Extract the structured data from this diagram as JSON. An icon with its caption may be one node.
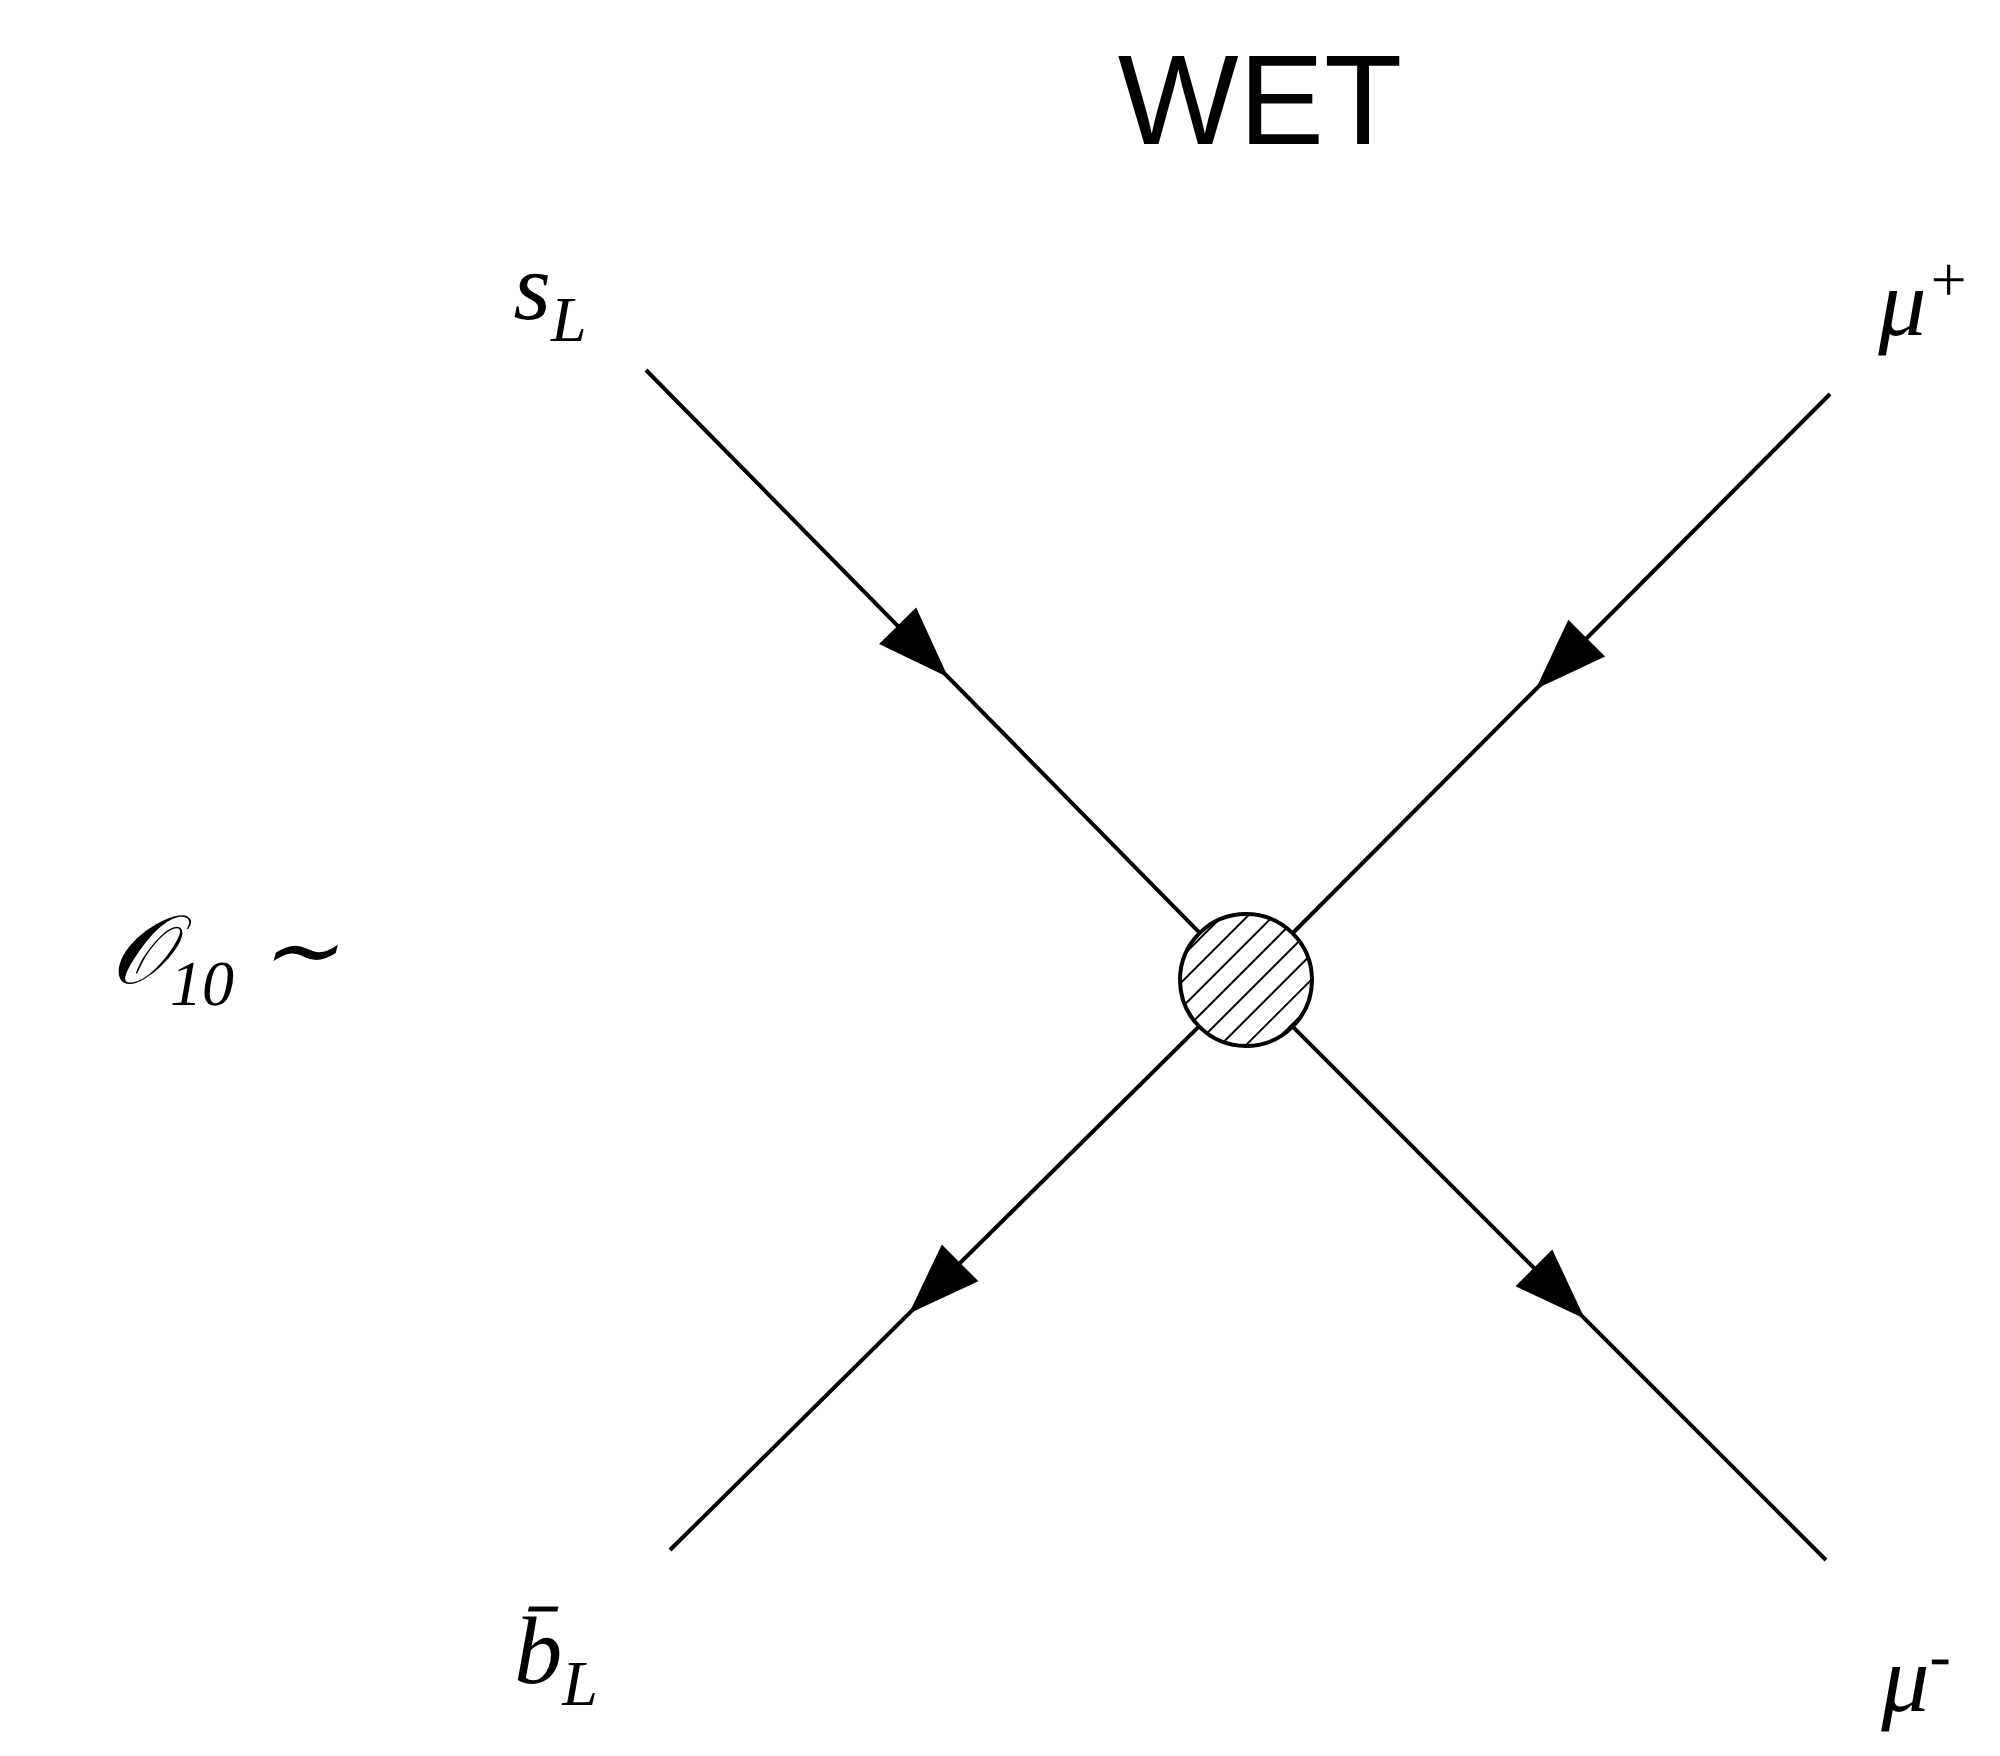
{
  "diagram": {
    "title": "WET",
    "nodes": [
      {
        "text": [
          "s$_{L}$"
        ]
      },
      {
        "text": [
          "μ$^{+}$"
        ]
      },
      {
        "text": [],
        "shape": "circle"
      },
      {
        "text": [
          "b̄$_{L}$"
        ]
      },
      {
        "text": [
          "μ$^{-}$"
        ]
      }
    ],
    "edges": [
      {
        "from": 0,
        "to": 2,
        "arrow": "to"
      },
      {
        "from": 1,
        "to": 2,
        "arrow": "to"
      },
      {
        "from": 2,
        "to": 3,
        "arrow": "to"
      },
      {
        "from": 2,
        "to": 4,
        "arrow": "to"
      }
    ],
    "labels": [
      "𝒪$_{10}$ ∼"
    ]
  }
}
